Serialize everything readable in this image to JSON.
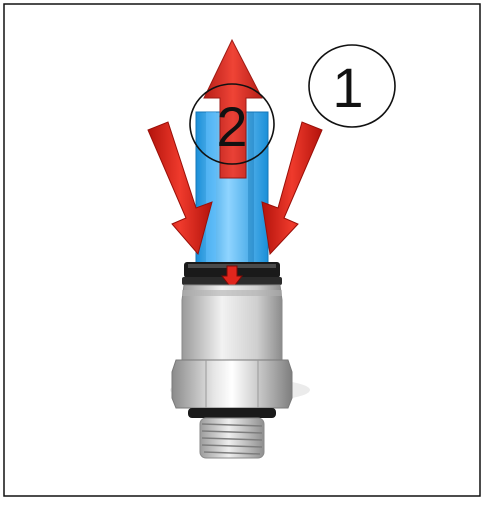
{
  "diagram": {
    "steps": [
      {
        "number": "1",
        "action": "push-down"
      },
      {
        "number": "2",
        "action": "pull-up"
      }
    ],
    "colors": {
      "frame": "#111111",
      "arrow_red": "#e0261d",
      "arrow_red_dark": "#b3130c",
      "tube_blue": "#2ea8ee",
      "tube_blue_light": "#8fd4ff",
      "collet_black": "#1a1a1a",
      "body_grey": "#c8c8c8",
      "body_grey_light": "#f0f0f0",
      "thread_grey": "#bdbdbd"
    }
  }
}
